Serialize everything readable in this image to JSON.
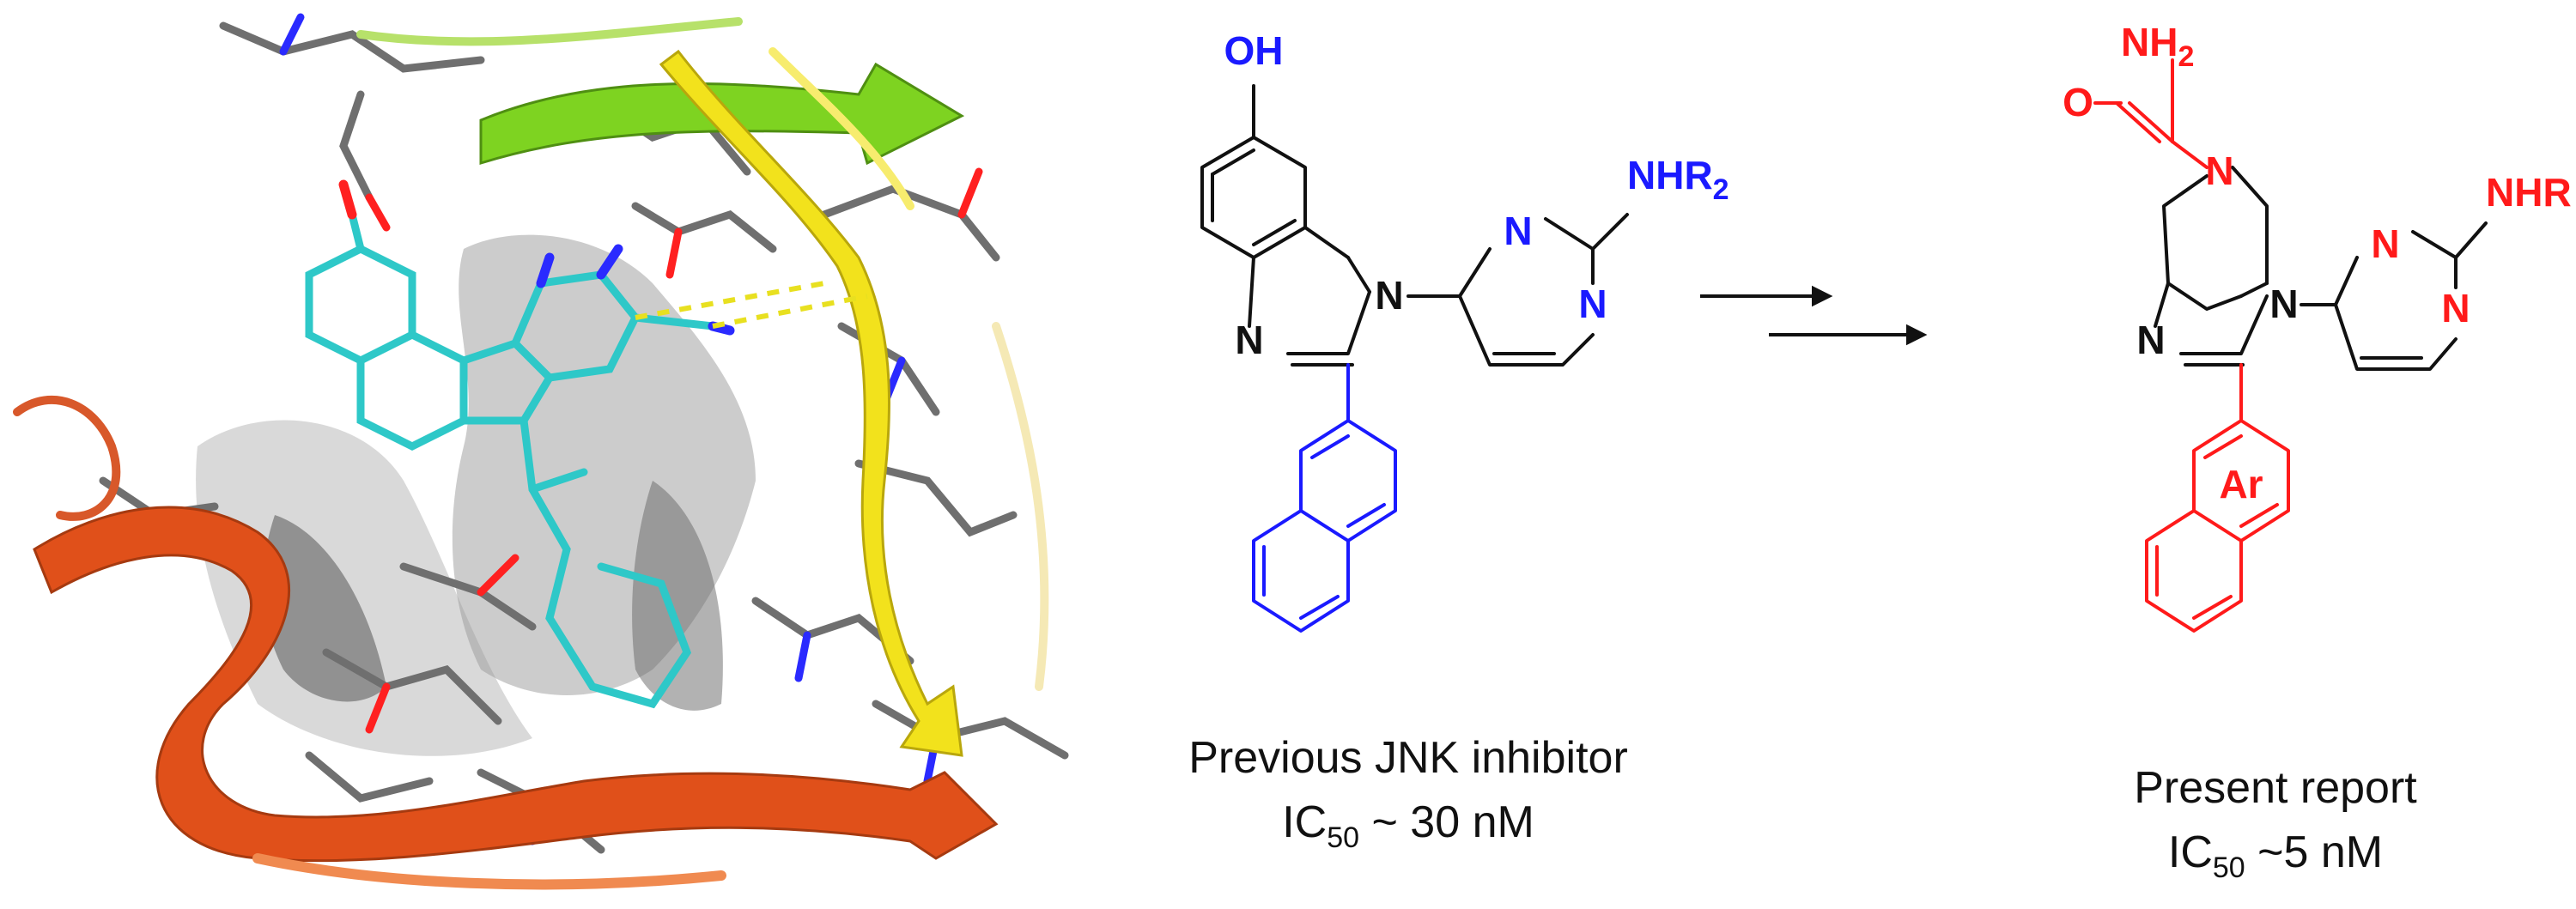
{
  "colors": {
    "blue": "#1a1aff",
    "red": "#ff1a1a",
    "black": "#111111",
    "ligand_cyan": "#2ec8c8",
    "helix_yellow": "#f2e21c",
    "strand_green": "#7ed321",
    "loop_orange": "#e0501a",
    "surface_gray": "#8a8a8a",
    "hbond_yellow": "#e8e020"
  },
  "panel_left": {
    "kind": "protein-ligand docking pose"
  },
  "compound_previous": {
    "atoms": {
      "hydroxyl": "OH",
      "amine": "NHR",
      "amine_subscript": "2",
      "pyrimidine_n1": "N",
      "pyrimidine_n2": "N",
      "imidazole_n_ring": "N",
      "imidazole_n_bridge": "N"
    },
    "caption_line1": "Previous JNK inhibitor",
    "ic50_label": "IC",
    "ic50_subscript": "50",
    "ic50_value": " ~ 30 nM"
  },
  "compound_present": {
    "atoms": {
      "amide_n": "NH",
      "amide_n_subscript": "2",
      "carbonyl_o": "O",
      "pyrroline_n": "N",
      "amine": "NHR",
      "pyrimidine_n1": "N",
      "pyrimidine_n2": "N",
      "imidazole_n_ring": "N",
      "imidazole_n_bridge": "N",
      "aryl_label": "Ar"
    },
    "caption_line1": "Present report",
    "ic50_label": "IC",
    "ic50_subscript": "50",
    "ic50_value": " ~5 nM"
  }
}
